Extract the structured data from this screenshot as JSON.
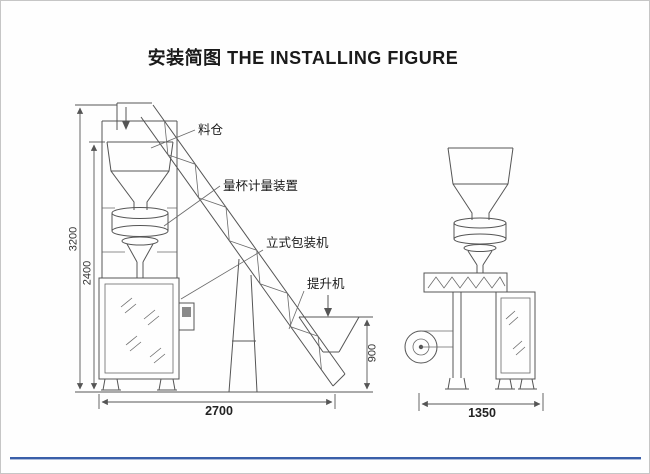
{
  "title": "安装简图 THE INSTALLING FIGURE",
  "callouts": {
    "hopper": "料仓",
    "measuring_device": "量杯计量装置",
    "vertical_packer": "立式包装机",
    "elevator": "提升机"
  },
  "dimensions": {
    "total_height": "3200",
    "machine_height": "2400",
    "floor_span": "2700",
    "feed_hopper_height": "900",
    "side_width": "1350"
  },
  "colors": {
    "line": "#555555",
    "accent_rule": "#3a5fa9"
  }
}
